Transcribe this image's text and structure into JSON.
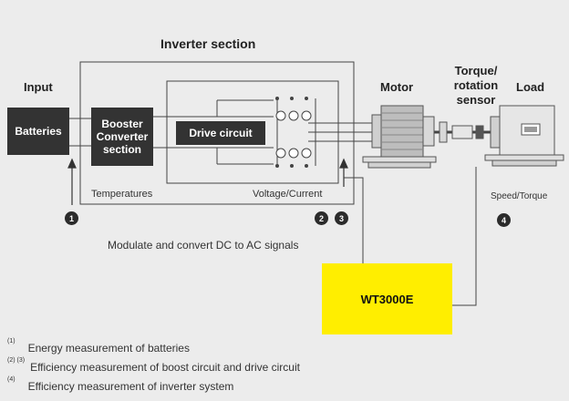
{
  "labels": {
    "inverter_section": "Inverter section",
    "input": "Input",
    "motor": "Motor",
    "torque_sensor": [
      "Torque/",
      "rotation",
      "sensor"
    ],
    "load": "Load",
    "batteries": "Batteries",
    "booster": [
      "Booster",
      "Converter",
      "section"
    ],
    "drive_circuit": "Drive circuit",
    "temperatures": "Temperatures",
    "voltage_current": "Voltage/Current",
    "speed_torque": "Speed/Torque",
    "modulate": "Modulate and convert DC to AC signals",
    "analyzer": "WT3000E"
  },
  "badges": [
    "1",
    "2",
    "3",
    "4"
  ],
  "footnotes": [
    {
      "marker": "(1)",
      "text": "Energy measurement of batteries"
    },
    {
      "marker": "(2) (3)",
      "text": "Efficiency measurement of boost circuit and drive circuit"
    },
    {
      "marker": "(4)",
      "text": "Efficiency measurement of inverter system"
    }
  ],
  "colors": {
    "background": "#ececec",
    "block": "#333333",
    "analyzer": "#ffee00",
    "line": "#444444"
  }
}
